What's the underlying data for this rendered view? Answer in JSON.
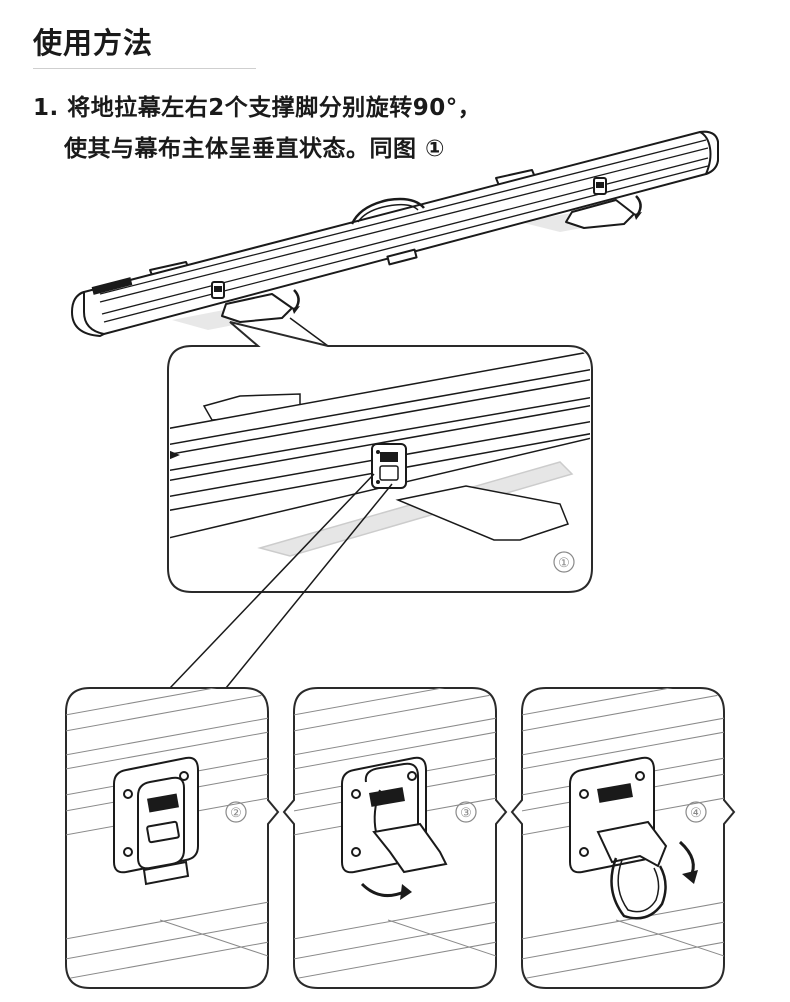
{
  "section": {
    "title": "使用方法"
  },
  "step1": {
    "line1": "1. 将地拉幕左右2个支撑脚分别旋转90°，",
    "line2": "使其与幕布主体呈垂直状态。同图 ①"
  },
  "callouts": {
    "fig1": "①",
    "fig2": "②",
    "fig3": "③",
    "fig4": "④"
  },
  "colors": {
    "stroke": "#1a1a1a",
    "text": "#1a1a1a",
    "panel_border": "#2a2a2a",
    "shadow_fill": "#e2e2e2",
    "callout_gray": "#8a8a8a"
  }
}
